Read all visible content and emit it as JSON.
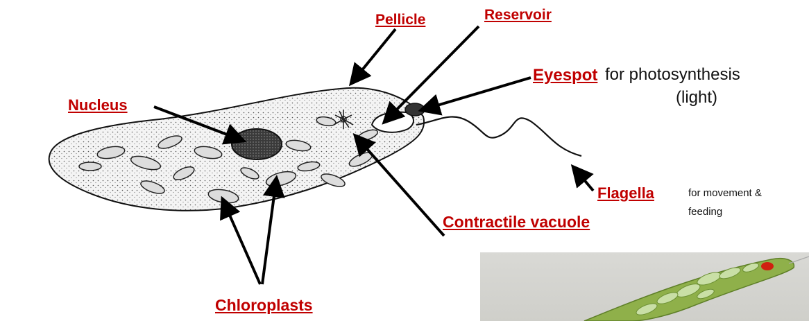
{
  "labels": {
    "pellicle": "Pellicle",
    "reservoir": "Reservoir",
    "eyespot": "Eyespot",
    "eyespot_desc_line1": "for photosynthesis",
    "eyespot_desc_line2": "(light)",
    "nucleus": "Nucleus",
    "flagella": "Flagella",
    "flagella_desc_line1": "for movement &",
    "flagella_desc_line2": "feeding",
    "contractile_vacuole": "Contractile vacuole",
    "chloroplasts": "Chloroplasts"
  },
  "colors": {
    "label_red": "#c00000",
    "arrow": "#000000",
    "organism_fill": "#efefef",
    "photo_background": "#d3d3cf",
    "photo_cell_green": "#7aa63a",
    "eyespot_red": "#d02010"
  }
}
